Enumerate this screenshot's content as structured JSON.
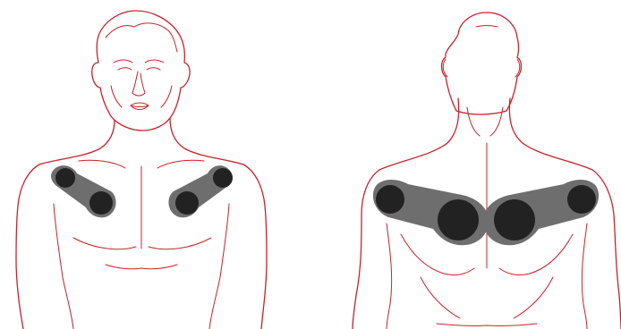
{
  "figure": {
    "views": [
      {
        "id": "front",
        "description_key": "front-torso"
      },
      {
        "id": "back",
        "description_key": "back-torso"
      }
    ]
  },
  "colors": {
    "outline": "#c8222a",
    "pad_fill": "#6e6e6e",
    "electrode": "#222222",
    "background": "#ffffff"
  },
  "icons": [
    "front-body-figure",
    "back-body-figure",
    "electrode-pad"
  ]
}
